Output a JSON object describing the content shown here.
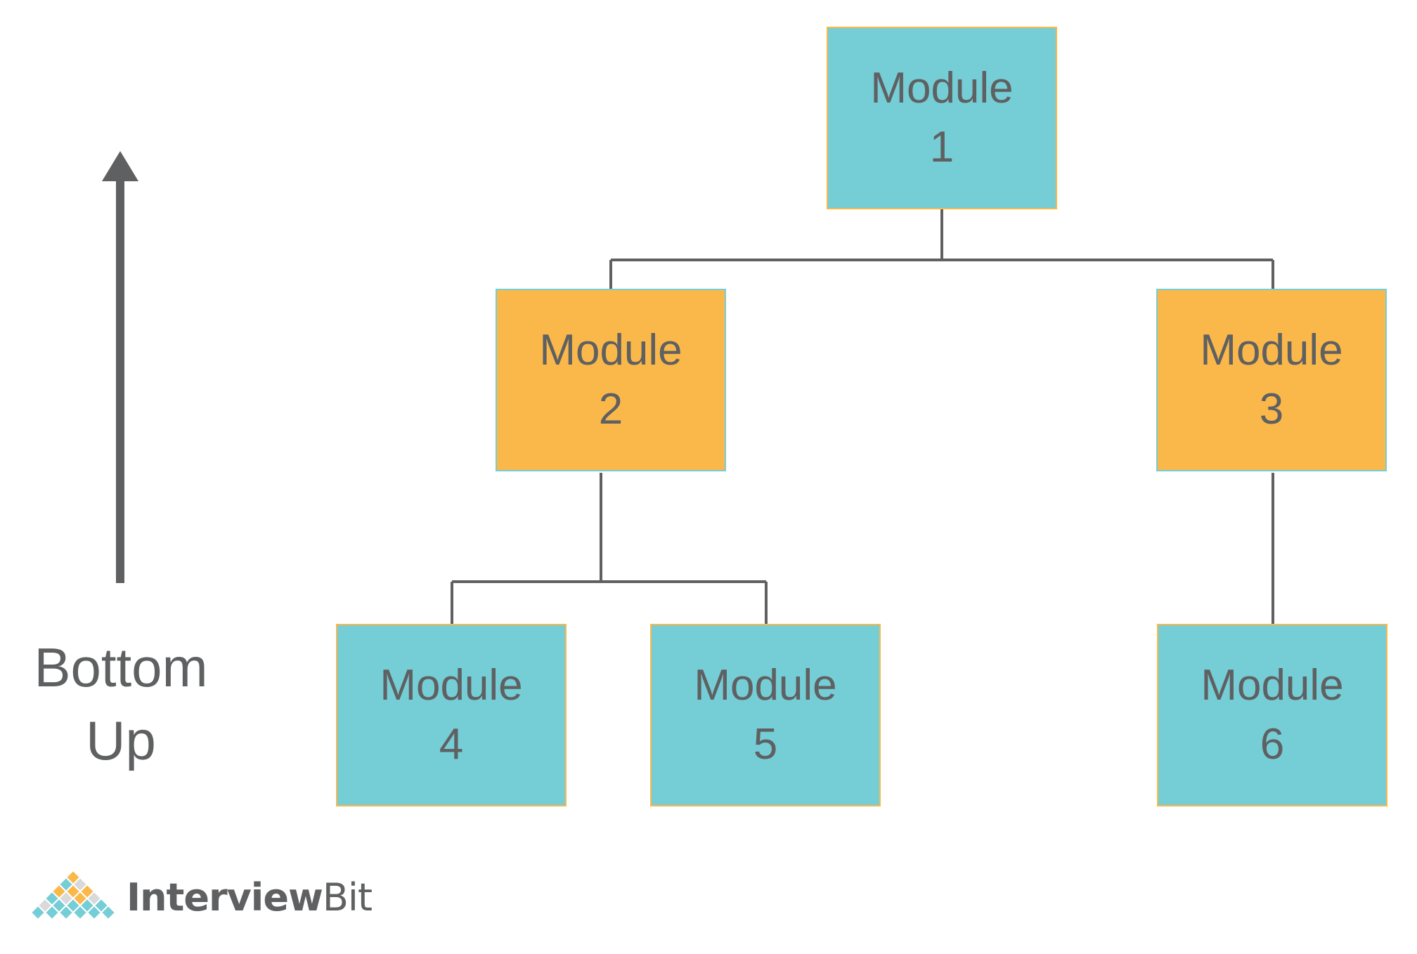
{
  "colors": {
    "teal": "#75cdd6",
    "orange": "#fbb84a",
    "line": "#5f6061",
    "text": "#5f6061"
  },
  "direction": {
    "line1": "Bottom",
    "line2": "Up",
    "arrow_icon": "arrow-up-icon"
  },
  "modules": [
    {
      "word": "Module",
      "number": "1",
      "fill": "teal",
      "border": "orange"
    },
    {
      "word": "Module",
      "number": "2",
      "fill": "orange",
      "border": "teal"
    },
    {
      "word": "Module",
      "number": "3",
      "fill": "orange",
      "border": "teal"
    },
    {
      "word": "Module",
      "number": "4",
      "fill": "teal",
      "border": "orange"
    },
    {
      "word": "Module",
      "number": "5",
      "fill": "teal",
      "border": "orange"
    },
    {
      "word": "Module",
      "number": "6",
      "fill": "teal",
      "border": "orange"
    }
  ],
  "hierarchy": {
    "1": [
      "2",
      "3"
    ],
    "2": [
      "4",
      "5"
    ],
    "3": [
      "6"
    ]
  },
  "brand": {
    "logo_icon": "interviewbit-logo-icon",
    "name_bold": "Interview",
    "name_light": "Bit"
  }
}
